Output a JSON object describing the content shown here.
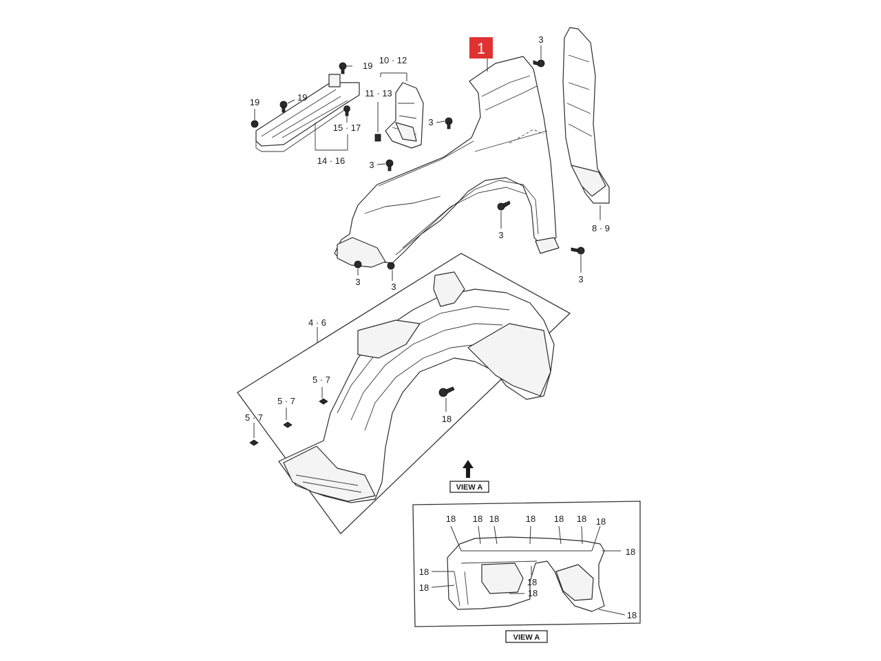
{
  "callout": {
    "number": "1",
    "color": "#e03232"
  },
  "labels": {
    "l19a": "19",
    "l19b": "19",
    "l19c": "19",
    "l10_12": "10 · 12",
    "l11_13": "11 · 13",
    "l15_17": "15 · 17",
    "l14_16": "14 · 16",
    "l3a": "3",
    "l3b": "3",
    "l3c": "3",
    "l3d": "3",
    "l3e": "3",
    "l3f": "3",
    "l3g": "3",
    "l8_9": "8 · 9",
    "l4_6": "4 · 6",
    "l5_7a": "5 · 7",
    "l5_7b": "5 · 7",
    "l5_7c": "5 · 7",
    "l18main": "18"
  },
  "view_a": {
    "tag_upper": "VIEW A",
    "tag_lower": "VIEW A",
    "labels": [
      "18",
      "18",
      "18",
      "18",
      "18",
      "18",
      "18",
      "18",
      "18",
      "18",
      "18",
      "18",
      "18"
    ]
  }
}
